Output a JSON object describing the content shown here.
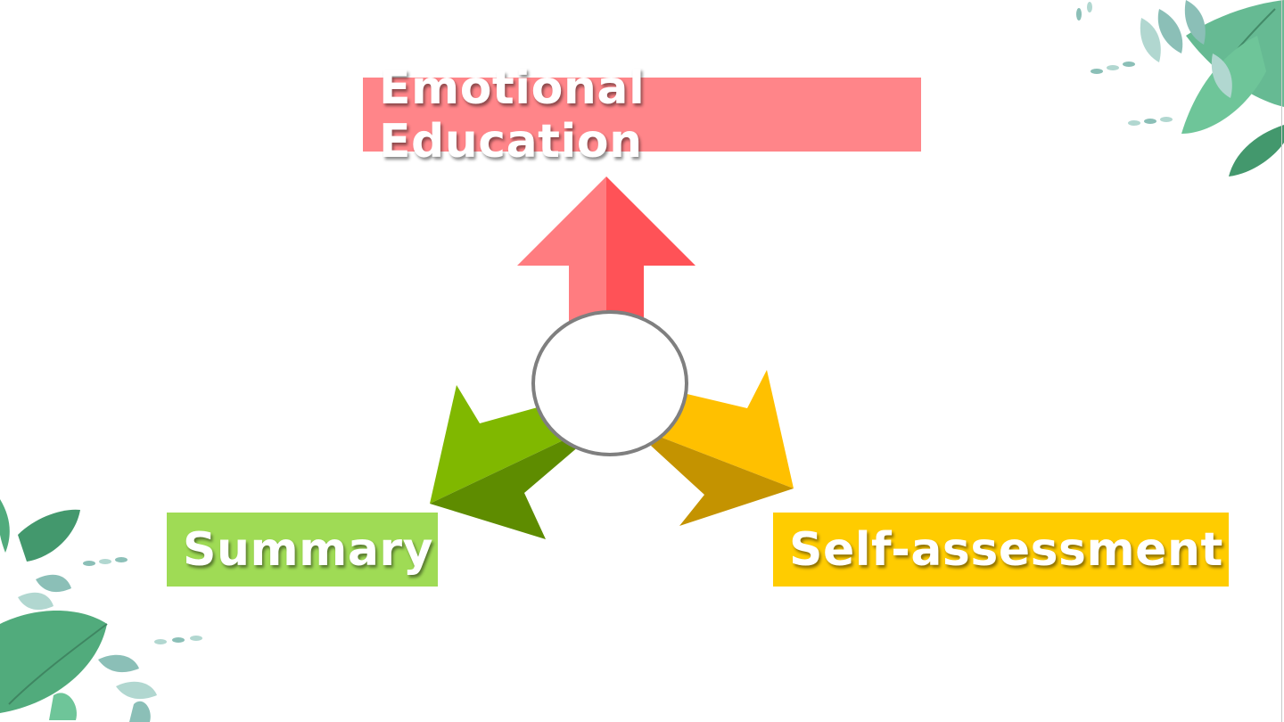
{
  "diagram": {
    "top_label": "Emotional Education",
    "left_label": "Summary",
    "right_label": "Self-assessment"
  },
  "colors": {
    "top_box": "#FF8589",
    "left_box": "#9FDB55",
    "right_box": "#FFCC00",
    "red_arrow_light": "#FF7C80",
    "red_arrow_dark": "#FF5257",
    "green_arrow_light": "#80B800",
    "green_arrow_dark": "#5E8C00",
    "yellow_arrow_light": "#FFC000",
    "yellow_arrow_dark": "#C49300",
    "circle_stroke": "#7F7F7F",
    "leaf_green": "#3E9E6B",
    "leaf_teal": "#7FB9B0"
  },
  "icons": [
    "leaf-cluster-top-right",
    "leaf-cluster-bottom-left",
    "arrow-up",
    "arrow-down-left",
    "arrow-down-right",
    "center-circle"
  ]
}
